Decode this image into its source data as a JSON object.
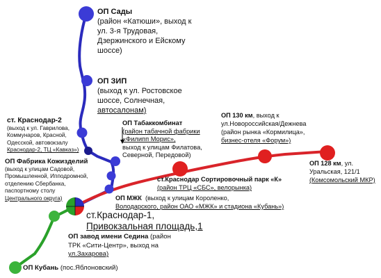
{
  "colors": {
    "blue_line": "#2b2bbd",
    "red_line": "#d9242a",
    "green_line": "#2aa12a",
    "blue_station": "#3b3bd6",
    "dark_blue_station": "#1a1a8c",
    "red_station": "#e02020",
    "green_station": "#3cb43c"
  },
  "stations": {
    "sady": {
      "name": "ОП Сады",
      "desc": [
        "(район «Катюши», выход к",
        "ул. 3-я Трудовая,",
        "Дзержинского и Ейскому",
        "шоссе)"
      ]
    },
    "zip": {
      "name": "ОП ЗИП",
      "desc": [
        "(выход к ул. Ростовское",
        "шоссе, Солнечная,"
      ],
      "desc_u": "автосалонам)"
    },
    "krasnodar2": {
      "name": "ст. Краснодар-2",
      "desc": [
        "(выход к ул. Гаврилова,",
        "Коммунаров, Красной,",
        "Одесской, автовокзалу"
      ],
      "desc_u": "Краснодар-2, ТЦ «Кавказ»)"
    },
    "tabak": {
      "name": "ОП Табаккомбинат",
      "desc_u": [
        "(район табачной фабрики",
        "«Филипп Морис»,"
      ],
      "desc": [
        "выход к улицам Филатова,",
        "Северной, Передовой)"
      ]
    },
    "kozh": {
      "name": "ОП Фабрика Кожизделий",
      "desc": [
        "(выход к улицам Садовой,",
        "Промышленной, Ипподромной,",
        "отделению Сбербанка,",
        "паспортному  столу"
      ],
      "desc_u": "Центрального округа)"
    },
    "op130": {
      "name": "ОП 130 км",
      "name_tail": ", выход к",
      "desc": [
        "ул.Новороссийская/Дежнева",
        "(район рынка «Кормилица»,"
      ],
      "desc_u": "бизнес-отеля «Форум»)"
    },
    "op128": {
      "name": "ОП 128 км",
      "name_tail": ", ул.",
      "desc": [
        "Уральская, 121/1"
      ],
      "desc_u": "(Комсомольский МКР)"
    },
    "sortir": {
      "name": "ст.Краснодар Сортировочный парк «К»",
      "desc_u": "(район ТРЦ «СБС», велорынка)"
    },
    "mzhk": {
      "name": "ОП МЖК",
      "desc": "(выход к улицам Короленко,",
      "desc_u": "Володарского, район ОАО «МЖК» и стадиона «Кубань»)"
    },
    "krasnodar1": {
      "name": "ст.Краснодар-1,",
      "name_u": "Привокзальная площадь,1"
    },
    "sedin": {
      "name": "ОП завод имени Седина",
      "name_tail": " (район",
      "desc": [
        "ТРК «Сити-Центр», выход на"
      ],
      "desc_u": "ул.Захарова)"
    },
    "kuban": {
      "name": "ОП Кубань",
      "desc": " (пос.Яблоновский)"
    }
  }
}
